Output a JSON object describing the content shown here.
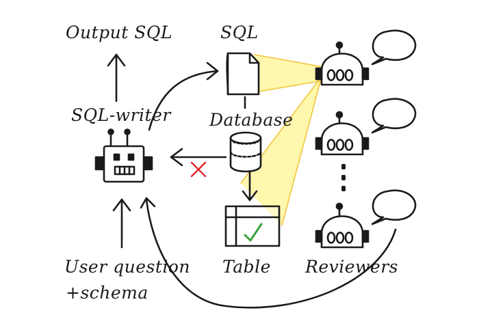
{
  "labels": {
    "output_sql": "Output SQL",
    "sql": "SQL",
    "sql_writer": "SQL-writer",
    "database": "Database",
    "table": "Table",
    "reviewers": "Reviewers",
    "user_question": "User question",
    "schema": "+schema"
  },
  "colors": {
    "ink": "#1a1a1a",
    "highlight": "#fff38a",
    "highlight_edge": "#f0c53a",
    "reject": "#e0262b",
    "check": "#3aa23a"
  }
}
